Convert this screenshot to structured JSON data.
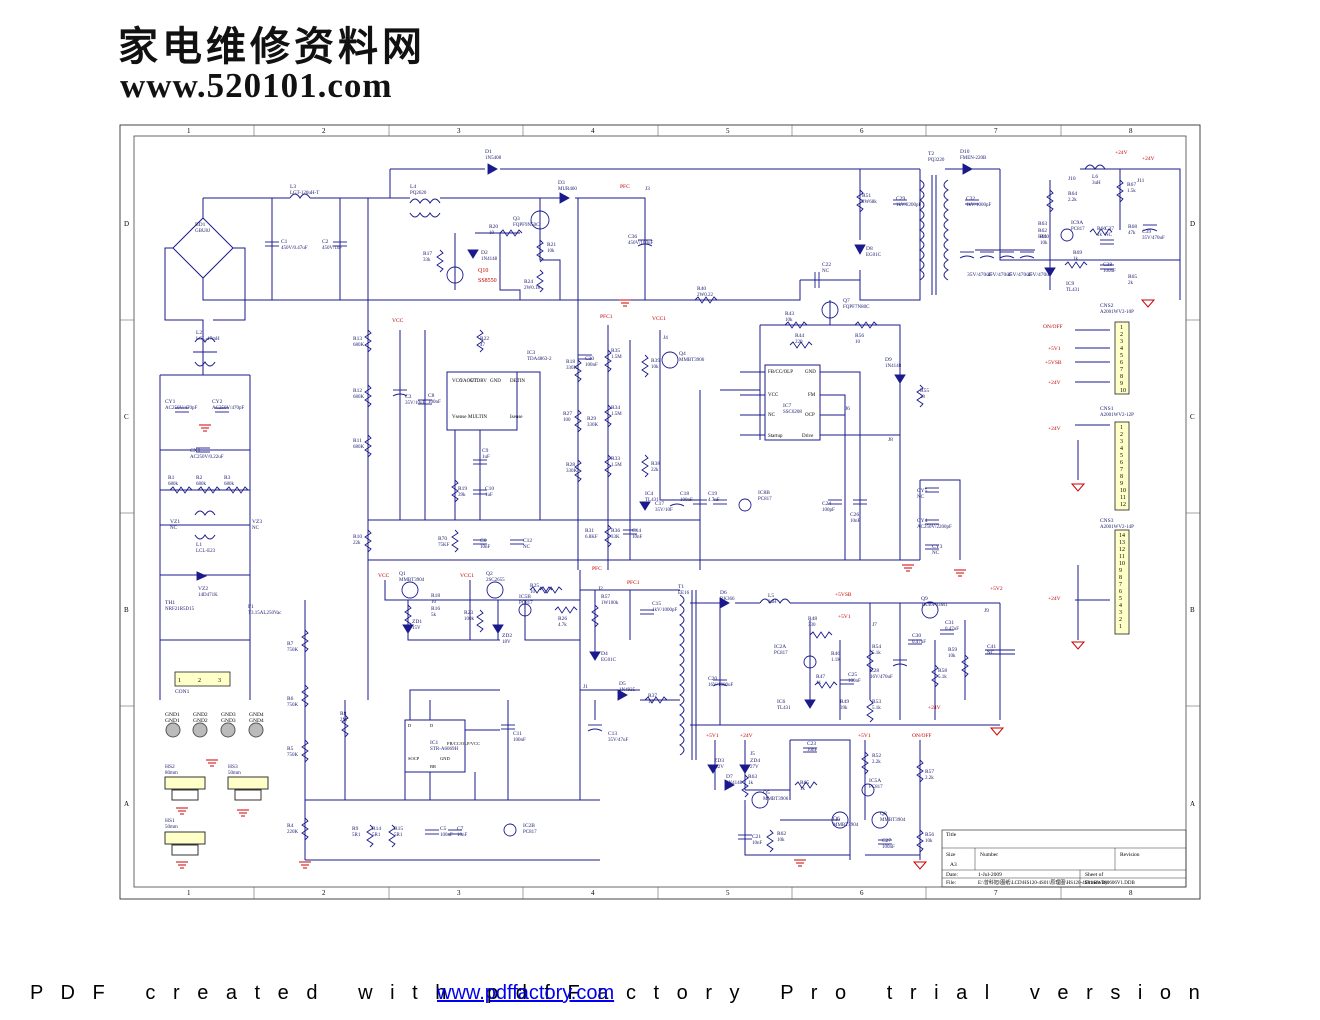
{
  "watermark": {
    "title_cn": "家电维修资料网",
    "url": "www.520101.com"
  },
  "frame": {
    "columns": [
      "1",
      "2",
      "3",
      "4",
      "5",
      "6",
      "7",
      "8"
    ],
    "rows": [
      "D",
      "C",
      "B",
      "A"
    ]
  },
  "title_block": {
    "title_label": "Title",
    "size_label": "Size",
    "size": "A3",
    "number_label": "Number",
    "revision_label": "Revision",
    "date_label": "Date:",
    "date": "1-Jul-2009",
    "sheet_label": "Sheet    of",
    "file_label": "File:",
    "file": "E:\\曾科旭\\图纸\\LCD\\HS120-4S01\\原理图\\HS120-4S01\\BW080606V1.DDB",
    "drawn_label": "Drawn By:"
  },
  "components": {
    "D1": {
      "ref": "D1",
      "val": "1N5408"
    },
    "L3": {
      "ref": "L3",
      "val": "LGT-120uH-T"
    },
    "L4": {
      "ref": "L4",
      "val": "PQ2620"
    },
    "D3": {
      "ref": "D3",
      "val": "MUR460"
    },
    "PFC_top": "PFC",
    "J3": "J3",
    "BD1": {
      "ref": "BD1",
      "val": "GBU8J"
    },
    "C1": {
      "ref": "C1",
      "val": "450V/0.47uF"
    },
    "C2": {
      "ref": "C2",
      "val": "450V/1uF"
    },
    "R20": {
      "ref": "R20",
      "val": "10"
    },
    "Q3": {
      "ref": "Q3",
      "val": "FQPF9N50C"
    },
    "R21": {
      "ref": "R21",
      "val": "10k"
    },
    "D2": {
      "ref": "D2",
      "val": "1N4148"
    },
    "Q10": {
      "ref": "Q10",
      "val": "SS8550"
    },
    "R17": {
      "ref": "R17",
      "val": "33k"
    },
    "R24": {
      "ref": "R24",
      "val": "2W0.18"
    },
    "C36": {
      "ref": "C36",
      "val": "450V/100uF"
    },
    "T2": {
      "ref": "T2",
      "val": "PQ3220"
    },
    "D10": {
      "ref": "D10",
      "val": "FMEN-220B"
    },
    "R51": {
      "ref": "R51",
      "val": "2W68k"
    },
    "C29": {
      "ref": "C29",
      "val": "1kV/2200pF"
    },
    "D8": {
      "ref": "D8",
      "val": "EG01C"
    },
    "C22": {
      "ref": "C22",
      "val": "NC"
    },
    "R40": {
      "ref": "R40",
      "val": "2W0.22"
    },
    "C32": {
      "ref": "C32",
      "val": "1kV/1000pF"
    },
    "L6": {
      "ref": "L6",
      "val": "3uH"
    },
    "V24_a": "+24V",
    "V24_b": "+24V",
    "R64": {
      "ref": "R64",
      "val": "2.2k"
    },
    "R67": {
      "ref": "R67",
      "val": "1.5k"
    },
    "J10": "J10",
    "J11": "J11",
    "IC9A": {
      "ref": "IC9A",
      "val": "PC817"
    },
    "R66": {
      "ref": "R66",
      "val": "1k"
    },
    "C37": {
      "ref": "C37",
      "val": "NC"
    },
    "R68": {
      "ref": "R68",
      "val": "47k"
    },
    "R63": "R63",
    "R62": "R62",
    "R61": "R61",
    "R60": {
      "ref": "R60",
      "val": "10k"
    },
    "C38": {
      "ref": "C38",
      "val": "100nF"
    },
    "R69": {
      "ref": "R69",
      "val": "1k"
    },
    "IC9": {
      "ref": "IC9",
      "val": "TL431"
    },
    "R65": {
      "ref": "R65",
      "val": "2k"
    },
    "C39": {
      "ref": "C39",
      "val": "35V/470uF"
    },
    "C33": "35V/470uF",
    "C34": "35V/470uF",
    "C35": "35V/470uF",
    "C31": "35V/470uF",
    "Q7": {
      "ref": "Q7",
      "val": "FQPF7N80C"
    },
    "R43": {
      "ref": "R43",
      "val": "10k"
    },
    "R44": {
      "ref": "R44",
      "val": "220"
    },
    "R56": {
      "ref": "R56",
      "val": "10"
    },
    "CNS2": {
      "ref": "CNS2",
      "val": "A2001WV2-10P"
    },
    "ONOFF": "ON/OFF",
    "V5_1": "+5V1",
    "V5SB": "+5VSB",
    "V24_c": "+24V",
    "CNS1": {
      "ref": "CNS1",
      "val": "A2001WV2-12P"
    },
    "V24_d": "+24V",
    "CNS3": {
      "ref": "CNS3",
      "val": "A2001WV2-14P"
    },
    "V24_e": "+24V",
    "L2": {
      "ref": "L2",
      "val": "LCL-17mH"
    },
    "CY1": {
      "ref": "CY1",
      "val": "AC250V/470pF"
    },
    "CY2": {
      "ref": "CY2",
      "val": "AC250V/470pF"
    },
    "CX1": {
      "ref": "CX1",
      "val": "AC250V/0.22uF"
    },
    "R1": {
      "ref": "R1",
      "val": "680k"
    },
    "R2": {
      "ref": "R2",
      "val": "680k"
    },
    "R3": {
      "ref": "R3",
      "val": "680k"
    },
    "VZ1": {
      "ref": "VZ1",
      "val": "NC"
    },
    "VZ3": {
      "ref": "VZ3",
      "val": "NC"
    },
    "L1": {
      "ref": "L1",
      "val": "LCL-E23"
    },
    "VZ2": {
      "ref": "VZ2",
      "val": "14D471K"
    },
    "TH1": {
      "ref": "TH1",
      "val": "NRF21R5D15"
    },
    "F1": {
      "ref": "F1",
      "val": "T3.15AL250Vac"
    },
    "CON1": "CON1",
    "R13": {
      "ref": "R13",
      "val": "680K"
    },
    "R12": {
      "ref": "R12",
      "val": "680K"
    },
    "R11": {
      "ref": "R11",
      "val": "680K"
    },
    "R10": {
      "ref": "R10",
      "val": "22k"
    },
    "VCC_a": "VCC",
    "C3": {
      "ref": "C3",
      "val": "35V/10uF"
    },
    "C8": {
      "ref": "C8",
      "val": "100nF"
    },
    "R22": {
      "ref": "R22",
      "val": "47"
    },
    "IC3": {
      "ref": "IC3",
      "val": "TDA4863-2"
    },
    "IC3_pins": [
      "VCC",
      "VAOUT",
      "GTDRV",
      "GND",
      "DETIN",
      "Vsense",
      "MULTIN",
      "Isense"
    ],
    "R18": {
      "ref": "R18",
      "val": "330K"
    },
    "C30": {
      "ref": "C30",
      "val": "100nF"
    },
    "R27": {
      "ref": "R27",
      "val": "100"
    },
    "R28": {
      "ref": "R28",
      "val": "330K"
    },
    "C9": {
      "ref": "C9",
      "val": "1uF"
    },
    "R19": {
      "ref": "R19",
      "val": "39k"
    },
    "C10": {
      "ref": "C10",
      "val": "1uF"
    },
    "R70": {
      "ref": "R70",
      "val": "75KF"
    },
    "C6": {
      "ref": "C6",
      "val": "10nF"
    },
    "C12": {
      "ref": "C12",
      "val": "NC"
    },
    "R31": {
      "ref": "R31",
      "val": "6.8KF"
    },
    "PFC1_a": "PFC1",
    "R35": {
      "ref": "R35",
      "val": "1.5M"
    },
    "R34": {
      "ref": "R34",
      "val": "1.5M"
    },
    "R33": {
      "ref": "R33",
      "val": "1.5M"
    },
    "R29": {
      "ref": "R29",
      "val": "330K"
    },
    "R36": {
      "ref": "R36",
      "val": "33K"
    },
    "C14": {
      "ref": "C14",
      "val": "10nF"
    },
    "VCC1_a": "VCC1",
    "J4": "J4",
    "R39": {
      "ref": "R39",
      "val": "10k"
    },
    "Q4": {
      "ref": "Q4",
      "val": "MMBT3906"
    },
    "R38": {
      "ref": "R38",
      "val": "22k"
    },
    "IC4": {
      "ref": "IC4",
      "val": "TL431"
    },
    "C17": {
      "ref": "C17",
      "val": "35V/10F"
    },
    "C18": {
      "ref": "C18",
      "val": "100nF"
    },
    "C19": {
      "ref": "C19",
      "val": "4.7nF"
    },
    "IC8B": {
      "ref": "IC8B",
      "val": "PC817"
    },
    "IC7": {
      "ref": "IC7",
      "val": "SSC6208"
    },
    "IC7_pins": [
      "FB/CC/OLP",
      "GND",
      "VCC",
      "FM",
      "NC",
      "OCP",
      "Startup",
      "Drive"
    ],
    "C24": {
      "ref": "C24",
      "val": "100pF"
    },
    "C26": {
      "ref": "C26",
      "val": "10nF"
    },
    "D9": {
      "ref": "D9",
      "val": "1N4148"
    },
    "R55": {
      "ref": "R55",
      "val": "33"
    },
    "J6": "J6",
    "J8": "J8",
    "CY5": {
      "ref": "CY5",
      "val": "NC"
    },
    "CY4": {
      "ref": "CY4",
      "val": "AC250V/2200pF"
    },
    "CY3": {
      "ref": "CY3",
      "val": "NC"
    },
    "VCC_b": "VCC",
    "Q1": {
      "ref": "Q1",
      "val": "MMBT3904"
    },
    "R18b": {
      "ref": "R18",
      "val": "10"
    },
    "R16": {
      "ref": "R16",
      "val": "5k"
    },
    "ZD1": {
      "ref": "ZD1",
      "val": "15V"
    },
    "VCC1_b": "VCC1",
    "Q2": {
      "ref": "Q2",
      "val": "2SC2655"
    },
    "R25": {
      "ref": "R25",
      "val": "10"
    },
    "IC5B": {
      "ref": "IC5B",
      "val": "PC817"
    },
    "R23": {
      "ref": "R23",
      "val": "100k"
    },
    "R26": {
      "ref": "R26",
      "val": "4.7k"
    },
    "ZD2": {
      "ref": "ZD2",
      "val": "18V"
    },
    "PFC_b": "PFC",
    "J2": "J2",
    "PFC1_b": "PFC1",
    "R57": {
      "ref": "R57",
      "val": "1W100k"
    },
    "C15": {
      "ref": "C15",
      "val": "1kV/1000pF"
    },
    "D4": {
      "ref": "D4",
      "val": "EG01C"
    },
    "T1": {
      "ref": "T1",
      "val": "EE16"
    },
    "J1": "J1",
    "D6": {
      "ref": "D6",
      "val": "RK366"
    },
    "L5": {
      "ref": "L5",
      "val": "3uH"
    },
    "V5SB_b": "+5VSB",
    "V5_1b": "+5V1",
    "Q9": {
      "ref": "Q9",
      "val": "TK40P03M1"
    },
    "V5_2": "+5V2",
    "R48": {
      "ref": "R48",
      "val": "330"
    },
    "IC2A": {
      "ref": "IC2A",
      "val": "PC817"
    },
    "R46": {
      "ref": "R46",
      "val": "1.1K"
    },
    "R47": {
      "ref": "R47",
      "val": "1k"
    },
    "C25": {
      "ref": "C25",
      "val": "100nF"
    },
    "IC6": {
      "ref": "IC6",
      "val": "TL431"
    },
    "R49": {
      "ref": "R49",
      "val": "39k"
    },
    "R53": {
      "ref": "R53",
      "val": "5.1k"
    },
    "R54": {
      "ref": "R54",
      "val": "5.1k"
    },
    "C28": {
      "ref": "C28",
      "val": "16V/470uF"
    },
    "C20": {
      "ref": "C20",
      "val": "16V/1000uF"
    },
    "J7": "J7",
    "C30b": {
      "ref": "C30",
      "val": "0.47uF"
    },
    "C31b": {
      "ref": "C31",
      "val": "0.47uF"
    },
    "R59": {
      "ref": "R59",
      "val": "10k"
    },
    "R58": {
      "ref": "R58",
      "val": "5.1k"
    },
    "J9": "J9",
    "C41": {
      "ref": "C41",
      "val": "NC"
    },
    "V24_f": "+24V",
    "D5": {
      "ref": "D5",
      "val": "1N4935"
    },
    "R37": {
      "ref": "R37",
      "val": "10"
    },
    "C13": {
      "ref": "C13",
      "val": "35V/47uF"
    },
    "R7": {
      "ref": "R7",
      "val": "750K"
    },
    "R6": {
      "ref": "R6",
      "val": "750K"
    },
    "R5": {
      "ref": "R5",
      "val": "750K"
    },
    "R4": {
      "ref": "R4",
      "val": "220K"
    },
    "R8": {
      "ref": "R8",
      "val": "2M"
    },
    "IC1": {
      "ref": "IC1",
      "val": "STR-A6069H"
    },
    "IC1_pins": [
      "D",
      "D",
      "SOCP",
      "BR",
      "GND",
      "FB/CC/OLP/VCC"
    ],
    "C11": {
      "ref": "C11",
      "val": "100nF"
    },
    "R9": {
      "ref": "R9",
      "val": "5R1"
    },
    "R14": {
      "ref": "R14",
      "val": "5R1"
    },
    "R15": {
      "ref": "R15",
      "val": "5R1"
    },
    "C5": {
      "ref": "C5",
      "val": "100nF"
    },
    "C7": {
      "ref": "C7",
      "val": "10nF"
    },
    "IC2B": {
      "ref": "IC2B",
      "val": "PC817"
    },
    "V5_1c": "+5V1",
    "V24_g": "+24V",
    "ZD3": {
      "ref": "ZD3",
      "val": "6.2V"
    },
    "ZD4": {
      "ref": "ZD4",
      "val": "27V"
    },
    "J5": "J5",
    "D7": {
      "ref": "D7",
      "val": "1N4148"
    },
    "R63b": {
      "ref": "R63",
      "val": "1k"
    },
    "Q5": {
      "ref": "Q5",
      "val": "MMBT3906"
    },
    "C23": {
      "ref": "C23",
      "val": "10nF"
    },
    "R65b": {
      "ref": "R65",
      "val": "1k"
    },
    "Q6": {
      "ref": "Q6",
      "val": "MMBT3904"
    },
    "C21": {
      "ref": "C21",
      "val": "10nF"
    },
    "R62b": {
      "ref": "R62",
      "val": "10k"
    },
    "V5_1d": "+5V1",
    "R52": {
      "ref": "R52",
      "val": "2.2k"
    },
    "IC5A": {
      "ref": "IC5A",
      "val": "PC817"
    },
    "Q8": {
      "ref": "Q8",
      "val": "MMBT3904"
    },
    "C27": {
      "ref": "C27",
      "val": "100nF"
    },
    "ONOFF_b": "ON/OFF",
    "R57b": {
      "ref": "R57",
      "val": "2.2k"
    },
    "R56b": {
      "ref": "R56",
      "val": "10k"
    },
    "GND": [
      "GND1",
      "GND2",
      "GND3",
      "GND4"
    ],
    "HS2": {
      "ref": "HS2",
      "val": "80mm"
    },
    "HS3": {
      "ref": "HS3",
      "val": "50mm"
    },
    "HS1": {
      "ref": "HS1",
      "val": "50mm"
    }
  },
  "footer": {
    "prefix": "P D F   c r e a t e d   w i t h   p d f F a c t o r y   P r o   t r i a l   v e r s i o n",
    "link": "www.pdffactory.com"
  }
}
